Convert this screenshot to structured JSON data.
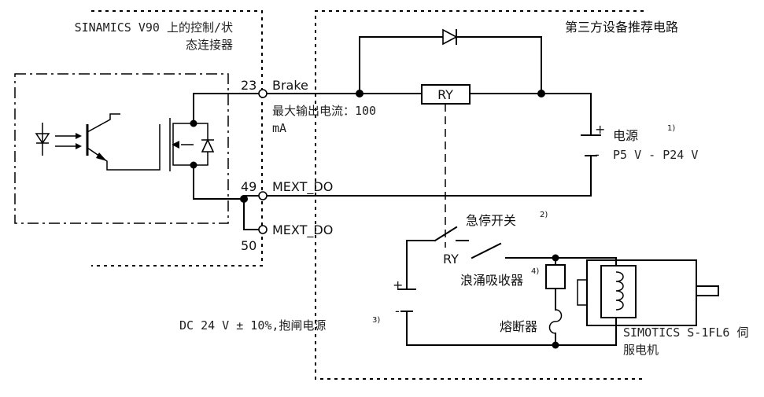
{
  "left_box": {
    "title_line1": "SINAMICS V90 上的控制/状",
    "title_line2": "态连接器"
  },
  "right_box": {
    "title": "第三方设备推荐电路"
  },
  "terminals": {
    "t23": {
      "number": "23",
      "name": "Brake"
    },
    "t49": {
      "number": "49",
      "name": "MEXT_DO"
    },
    "t50": {
      "number": "50",
      "name": "MEXT_DO"
    }
  },
  "max_current": {
    "line1": "最大输出电流：100",
    "line2": "mA"
  },
  "relay_label": "RY",
  "power_supply": {
    "label": "电源",
    "range": "P5 V - P24 V",
    "plus": "+",
    "minus": "-",
    "footnote": "1)"
  },
  "emergency_stop": {
    "label": "急停开关",
    "footnote": "2)",
    "contact_label": "RY"
  },
  "surge_absorber": {
    "label": "浪涌吸收器",
    "footnote": "4)"
  },
  "fuse": {
    "label": "熔断器"
  },
  "brake_supply": {
    "label": "DC 24 V ± 10%,抱闸电源",
    "footnote": "3)",
    "plus": "+",
    "minus": "-"
  },
  "motor": {
    "line1": "SIMOTICS S-1FL6 伺",
    "line2": "服电机"
  }
}
